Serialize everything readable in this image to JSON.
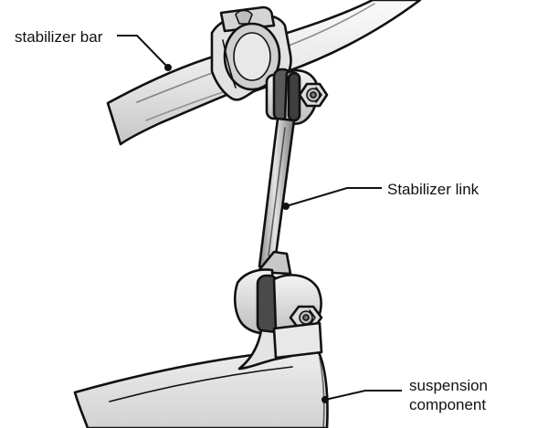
{
  "labels": {
    "stabilizer_bar": "stabilizer bar",
    "stabilizer_link": "Stabilizer link",
    "suspension_line1": "suspension",
    "suspension_line2": "component"
  },
  "colors": {
    "metal_light": "#eeeeee",
    "metal_mid": "#d9d9d9",
    "metal_dark": "#9a9a9a",
    "bushing": "#4a4a4a",
    "outline": "#111111",
    "background": "#ffffff"
  }
}
